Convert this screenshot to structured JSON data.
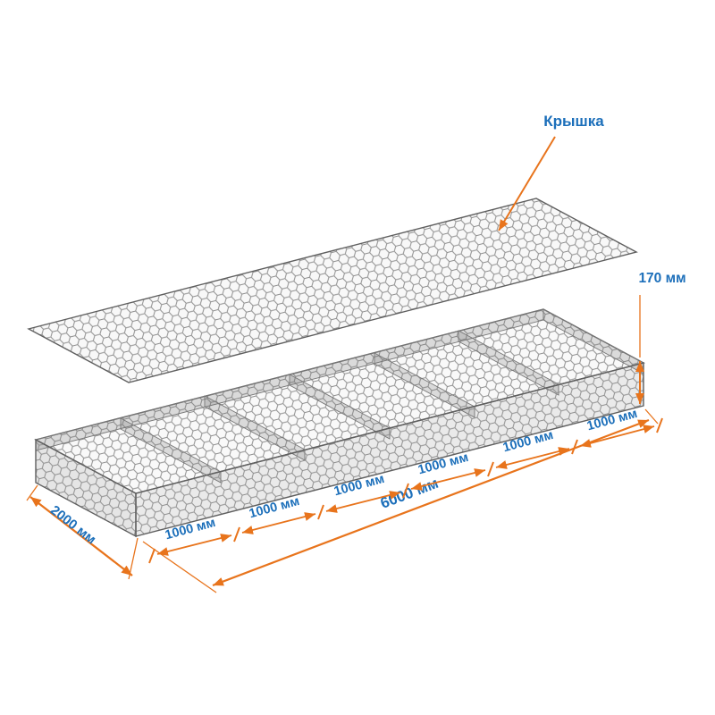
{
  "diagram": {
    "lid_label": "Крышка",
    "dimensions": {
      "height": "170 мм",
      "width": "2000 мм",
      "length": "6000 мм",
      "cells": [
        "1000 мм",
        "1000 мм",
        "1000 мм",
        "1000 мм",
        "1000 мм",
        "1000 мм"
      ]
    },
    "colors": {
      "dimension_lines": "#e8741c",
      "dimension_text": "#1c6fba",
      "mesh": "#8e8e8e"
    }
  }
}
